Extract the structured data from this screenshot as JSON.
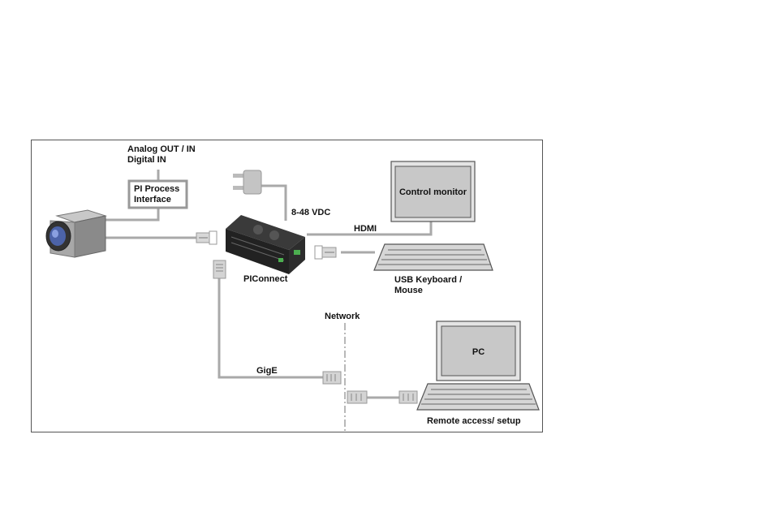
{
  "labels": {
    "analog_out": "Analog OUT / IN",
    "digital_in": "Digital IN",
    "pi_process_1": "PI Process",
    "pi_process_2": "Interface",
    "power": "8-48 VDC",
    "hdmi": "HDMI",
    "control_monitor": "Control monitor",
    "piconnect": "PIConnect",
    "usb_keyboard_1": "USB Keyboard /",
    "usb_keyboard_2": "Mouse",
    "network": "Network",
    "pc": "PC",
    "gige": "GigE",
    "remote_access": "Remote access/ setup"
  },
  "colors": {
    "cable": "#a9a9a9",
    "screen": "#c8c8c8",
    "device": "#2a2a2a",
    "camera_body": "#9a9a9a"
  }
}
